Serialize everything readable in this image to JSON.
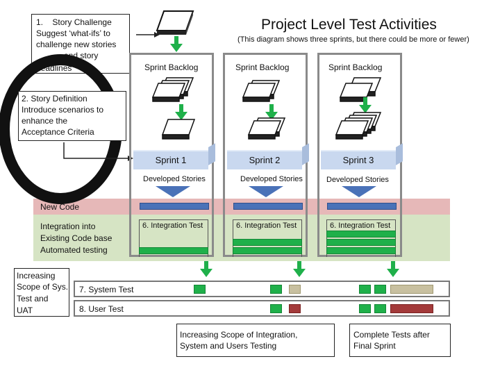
{
  "title": "Project Level Test Activities",
  "subtitle": "(This diagram shows three sprints, but there could be more or fewer)",
  "step1": {
    "number": "1.",
    "lines": [
      "Story Challenge",
      "Suggest ‘what-ifs’ to",
      "challenge new stories",
      "and story",
      "headlines"
    ]
  },
  "step2": {
    "lines": [
      "2. Story Definition",
      "Introduce scenarios to",
      "enhance the",
      "Acceptance Criteria"
    ]
  },
  "backlog_label": "Sprint Backlog",
  "sprints": [
    {
      "name": "Sprint 1",
      "developed": "Developed Stories",
      "integration": "6. Integration Test"
    },
    {
      "name": "Sprint 2",
      "developed": "Developed Stories",
      "integration": "6. Integration Test"
    },
    {
      "name": "Sprint 3",
      "developed": "Developed Stories",
      "integration": "6. Integration Test"
    }
  ],
  "new_code": "New Code",
  "integration_band": [
    "Integration into",
    "Existing Code base",
    "Automated testing"
  ],
  "scope_label": [
    "Increasing",
    "Scope of Sys.",
    "Test and",
    "UAT"
  ],
  "system_test": "7. System Test",
  "user_test": "8. User Test",
  "bottom_note_1": [
    "Increasing Scope of Integration,",
    "System and Users Testing"
  ],
  "bottom_note_2": [
    "Complete Tests after",
    "Final Sprint"
  ],
  "colors": {
    "green": "#1fb04a",
    "tan": "#c8c0a0",
    "darkred": "#a33a3a",
    "pink": "#e6b8b8",
    "lightgreen": "#d6e4c4",
    "blue": "#4a72b8"
  }
}
